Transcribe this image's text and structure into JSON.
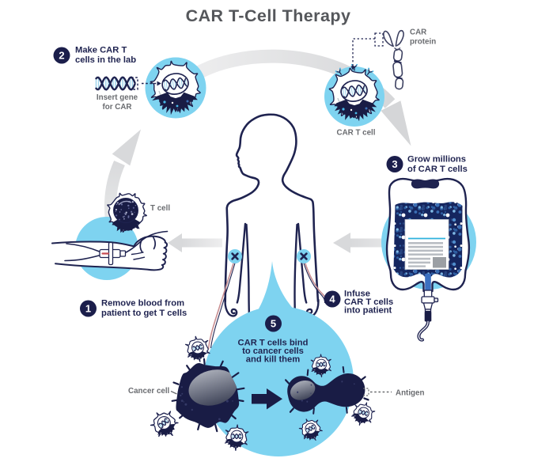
{
  "title": "CAR T-Cell Therapy",
  "steps": [
    {
      "number": "1",
      "lines": [
        "Remove blood from",
        "patient to get T cells"
      ]
    },
    {
      "number": "2",
      "lines": [
        "Make CAR T",
        "cells in the lab"
      ]
    },
    {
      "number": "3",
      "lines": [
        "Grow millions",
        "of CAR T cells"
      ]
    },
    {
      "number": "4",
      "lines": [
        "Infuse",
        "CAR T cells",
        "into patient"
      ]
    },
    {
      "number": "5",
      "lines": [
        "CAR T cells bind",
        "to cancer cells",
        "and kill them"
      ]
    }
  ],
  "labels": {
    "insert_gene": [
      "Insert gene",
      "for CAR"
    ],
    "car_protein": [
      "CAR",
      "protein"
    ],
    "car_t_cell": "CAR T cell",
    "t_cell": "T cell",
    "cancer_cell": "Cancer cell",
    "antigen": "Antigen"
  },
  "colors": {
    "navy": "#1f2350",
    "cyan": "#7ed3f0",
    "gray_text": "#6a6c70",
    "title_gray": "#55575b",
    "arrow_gray": "#dfe0e2"
  }
}
